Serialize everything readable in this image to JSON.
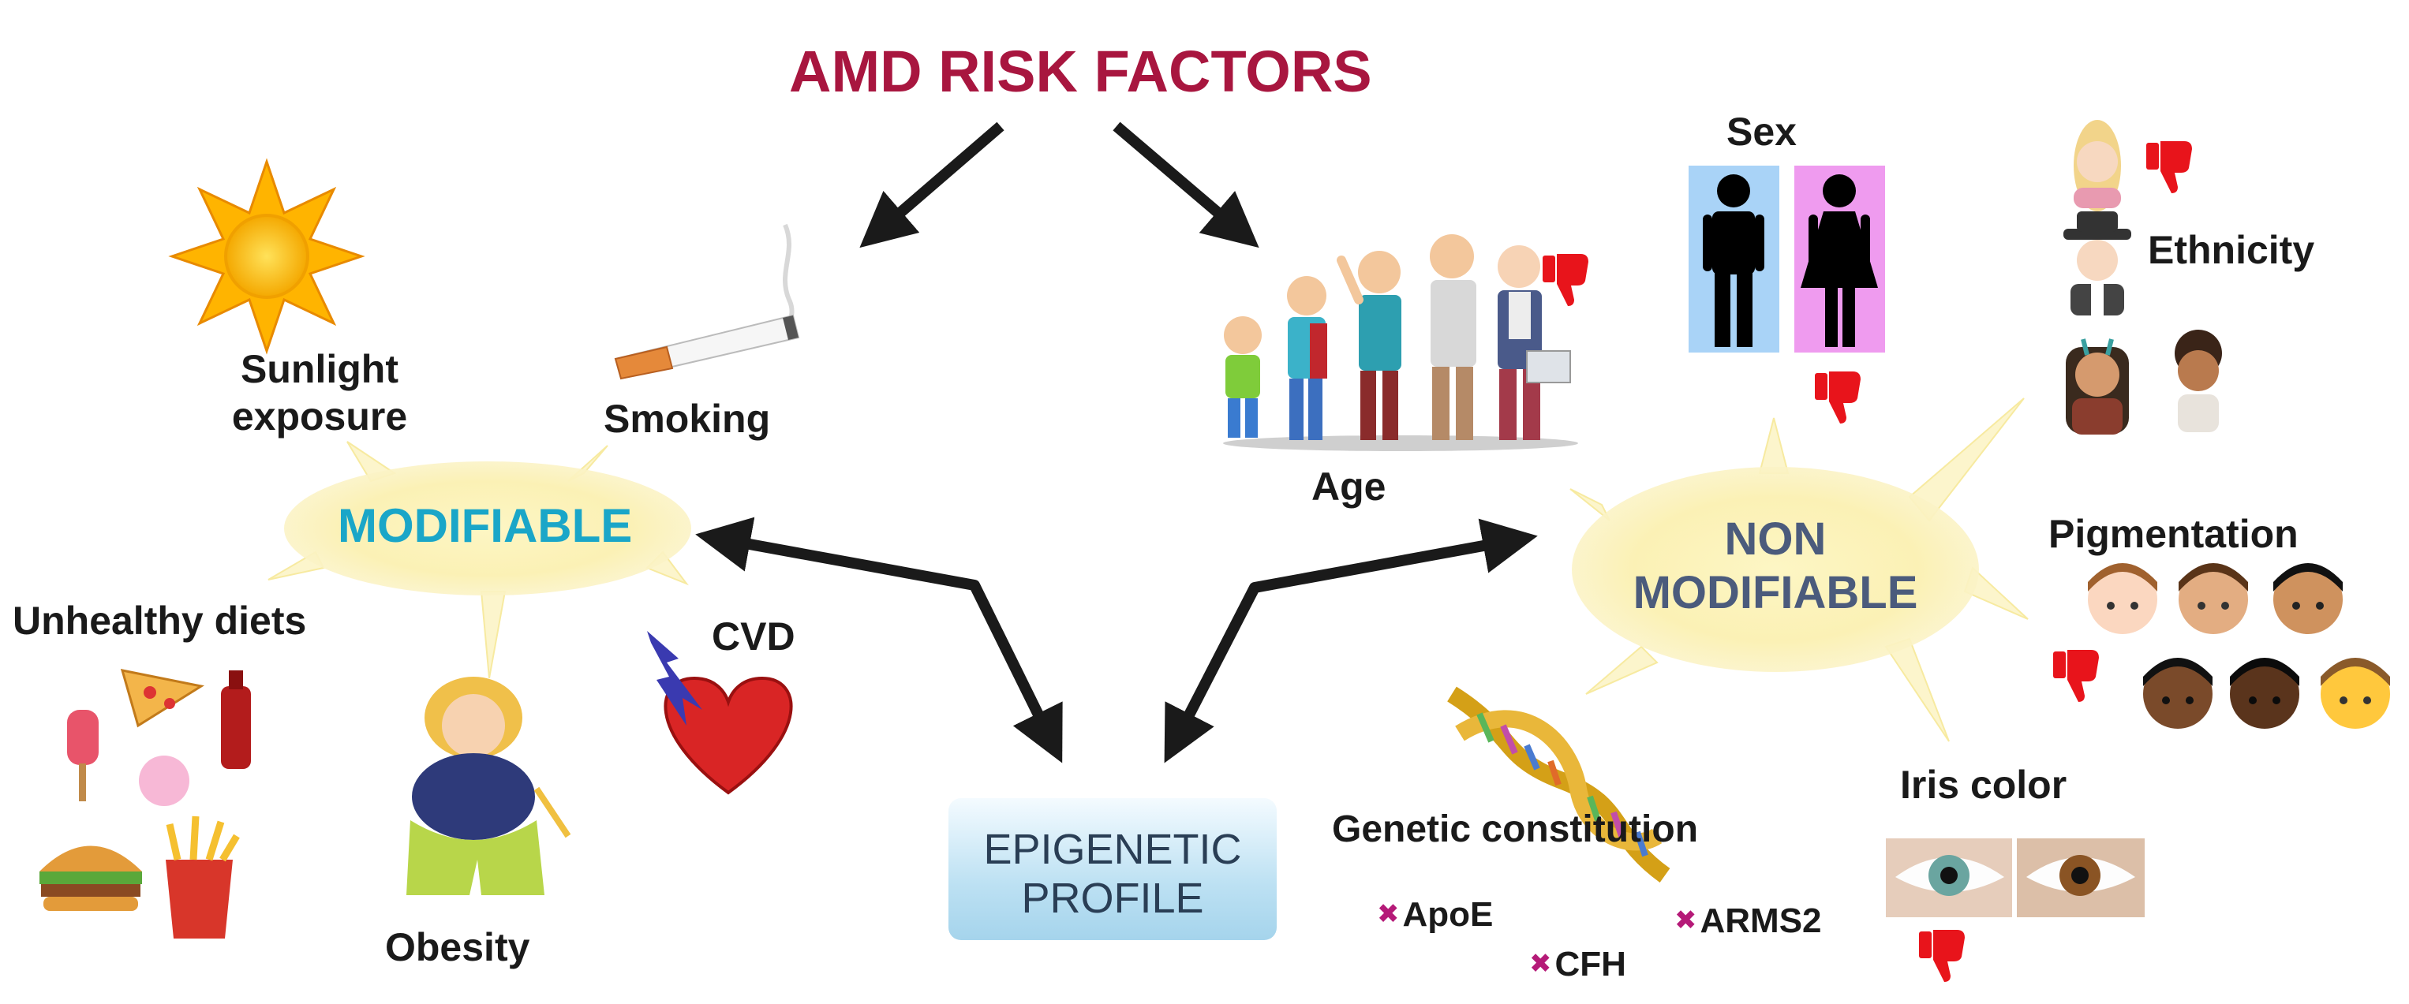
{
  "title": "AMD RISK FACTORS",
  "groups": {
    "modifiable": "MODIFIABLE",
    "non_modifiable_line1": "NON",
    "non_modifiable_line2": "MODIFIABLE"
  },
  "modifiable_factors": {
    "sunlight_line1": "Sunlight",
    "sunlight_line2": "exposure",
    "smoking": "Smoking",
    "unhealthy_diets": "Unhealthy diets",
    "obesity": "Obesity",
    "cvd": "CVD"
  },
  "non_modifiable_factors": {
    "age": "Age",
    "sex": "Sex",
    "ethnicity": "Ethnicity",
    "pigmentation": "Pigmentation",
    "iris_color": "Iris color",
    "genetic_constitution": "Genetic constitution"
  },
  "genes": [
    "ApoE",
    "CFH",
    "ARMS2"
  ],
  "epigenetic": {
    "line1": "EPIGENETIC",
    "line2": "PROFILE"
  },
  "colors": {
    "title": "#a8163f",
    "modifiable": "#1aa6c8",
    "non_modifiable": "#4b5b7c",
    "glow": "#fbf2b8",
    "arrow": "#1a1a1a",
    "thumbs_down": "#e8141b",
    "gene_marker": "#b51a78"
  },
  "icons": [
    "sun-icon",
    "cigarette-icon",
    "people-age-icon",
    "male-icon",
    "female-icon",
    "face-icon",
    "thumbs-down-icon",
    "heart-icon",
    "lightning-icon",
    "dna-icon",
    "eye-icon",
    "obese-woman-icon",
    "food-icon"
  ]
}
